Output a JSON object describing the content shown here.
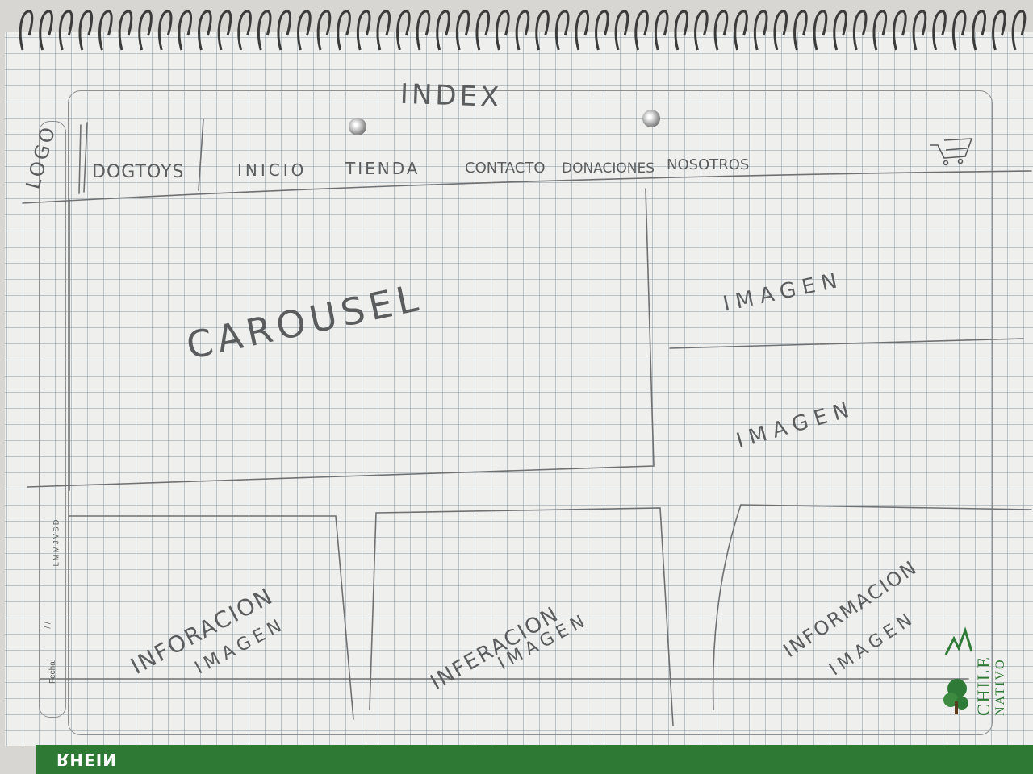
{
  "sheet": {
    "title": "INDEX",
    "brand": "RHEIN",
    "date_days": "L M M J V S D",
    "date_label": "Fecha:",
    "date_separators": "/ /",
    "stamp_line1": "CHILE",
    "stamp_line2": "NATIVO"
  },
  "wireframe": {
    "logo": "LOGO",
    "site_name": "DOGTOYS",
    "nav": [
      "INICIO",
      "TIENDA",
      "CONTACTO",
      "DONACIONES",
      "NOSOTROS"
    ],
    "cart_icon": "shopping-cart-icon",
    "carousel": "CAROUSEL",
    "side_image_top": "IMAGEN",
    "side_image_bottom": "IMAGEN",
    "cards": [
      {
        "line1": "INFORACION",
        "line2": "IMAGEN"
      },
      {
        "line1": "INFERACION",
        "line2": "IMAGEN"
      },
      {
        "line1": "INFORMACION",
        "line2": "IMAGEN"
      }
    ]
  },
  "colors": {
    "pencil": "#5a5c5e",
    "paper": "#efefed",
    "grid": "#8aa0a8",
    "brand_green": "#2e7a34"
  }
}
